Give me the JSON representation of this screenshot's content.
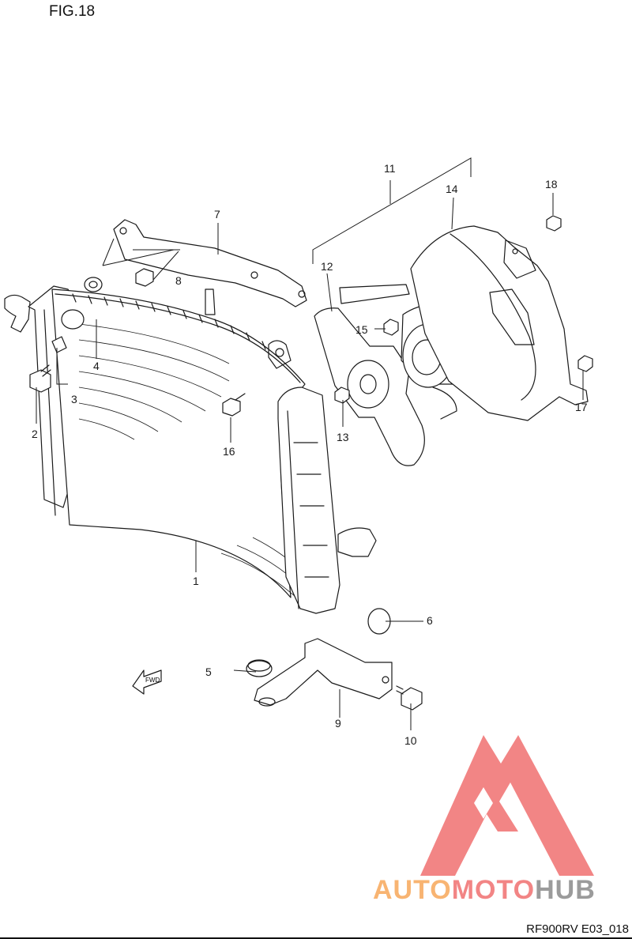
{
  "figure": {
    "title": "FIG.18",
    "code": "RF900RV E03_018"
  },
  "fwd_label": "FWD",
  "logo": {
    "part1": "AUTO",
    "part2": "MOTO",
    "part3": "HUB",
    "color_orange": "#f7a85a",
    "color_red": "#f07070",
    "color_gray": "#8a8a8a"
  },
  "callouts": [
    "1",
    "2",
    "3",
    "4",
    "5",
    "6",
    "7",
    "8",
    "9",
    "10",
    "11",
    "12",
    "13",
    "14",
    "15",
    "16",
    "17",
    "18"
  ]
}
